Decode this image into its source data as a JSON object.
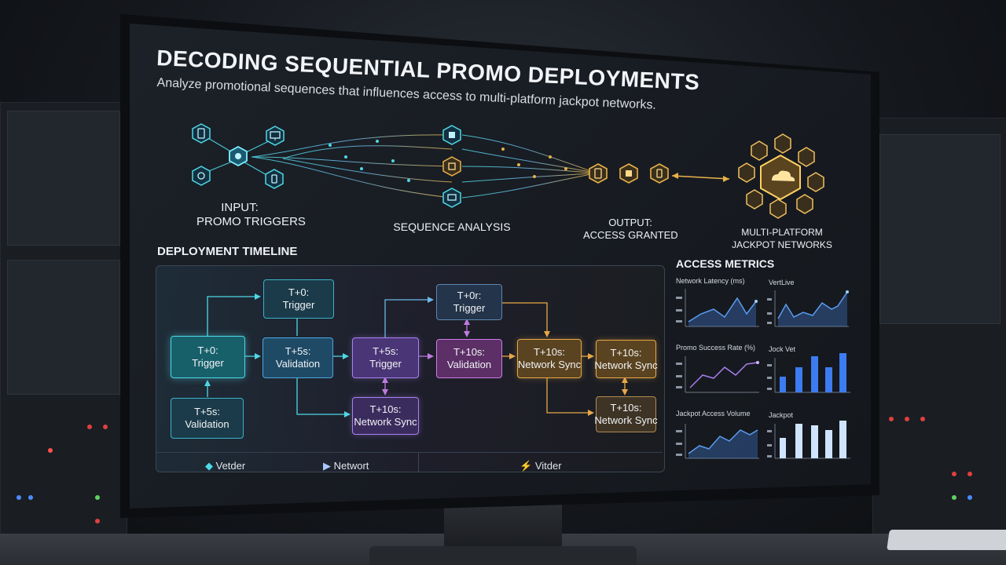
{
  "header": {
    "title": "DECODING SEQUENTIAL PROMO DEPLOYMENTS",
    "subtitle": "Analyze promotional sequences that influences access to multi-platform jackpot networks."
  },
  "flow": {
    "input_label_1": "INPUT:",
    "input_label_2": "PROMO TRIGGERS",
    "analysis_label": "SEQUENCE ANALYSIS",
    "output_label_1": "OUTPUT:",
    "output_label_2": "ACCESS GRANTED",
    "network_label_1": "MULTI-PLATFORM",
    "network_label_2": "JACKPOT NETWORKS"
  },
  "timeline": {
    "title": "DEPLOYMENT TIMELINE",
    "nodes": [
      {
        "time": "T+0:",
        "action": "Trigger"
      },
      {
        "time": "T+5s:",
        "action": "Validation"
      },
      {
        "time": "T+0:",
        "action": "Trigger"
      },
      {
        "time": "T+5s:",
        "action": "Validation"
      },
      {
        "time": "T+5s:",
        "action": "Trigger"
      },
      {
        "time": "T+10s:",
        "action": "Network Sync"
      },
      {
        "time": "T+0r:",
        "action": "Trigger"
      },
      {
        "time": "T+10s:",
        "action": "Validation"
      },
      {
        "time": "T+10s:",
        "action": "Network Sync"
      },
      {
        "time": "T+10s:",
        "action": "Network Sync"
      },
      {
        "time": "T+10s:",
        "action": "Network Sync"
      }
    ],
    "legend": [
      {
        "label": "Vetder",
        "icon": "shield-icon"
      },
      {
        "label": "Networt",
        "icon": "play-icon"
      },
      {
        "label": "Vitder",
        "icon": "bolt-icon"
      }
    ]
  },
  "metrics": {
    "title": "ACCESS METRICS",
    "panels": [
      {
        "title": "Network Latency (ms)"
      },
      {
        "title": "VertLive"
      },
      {
        "title": "Promo Success Rate (%)"
      },
      {
        "title": "Jock Vet"
      },
      {
        "title": "Jackpot Access Volume"
      },
      {
        "title": "Jackpot"
      }
    ]
  },
  "colors": {
    "cyan": "#4fd8e6",
    "purple": "#a782f0",
    "gold": "#e8b24a",
    "blue_bar": "#3d7bf0"
  }
}
